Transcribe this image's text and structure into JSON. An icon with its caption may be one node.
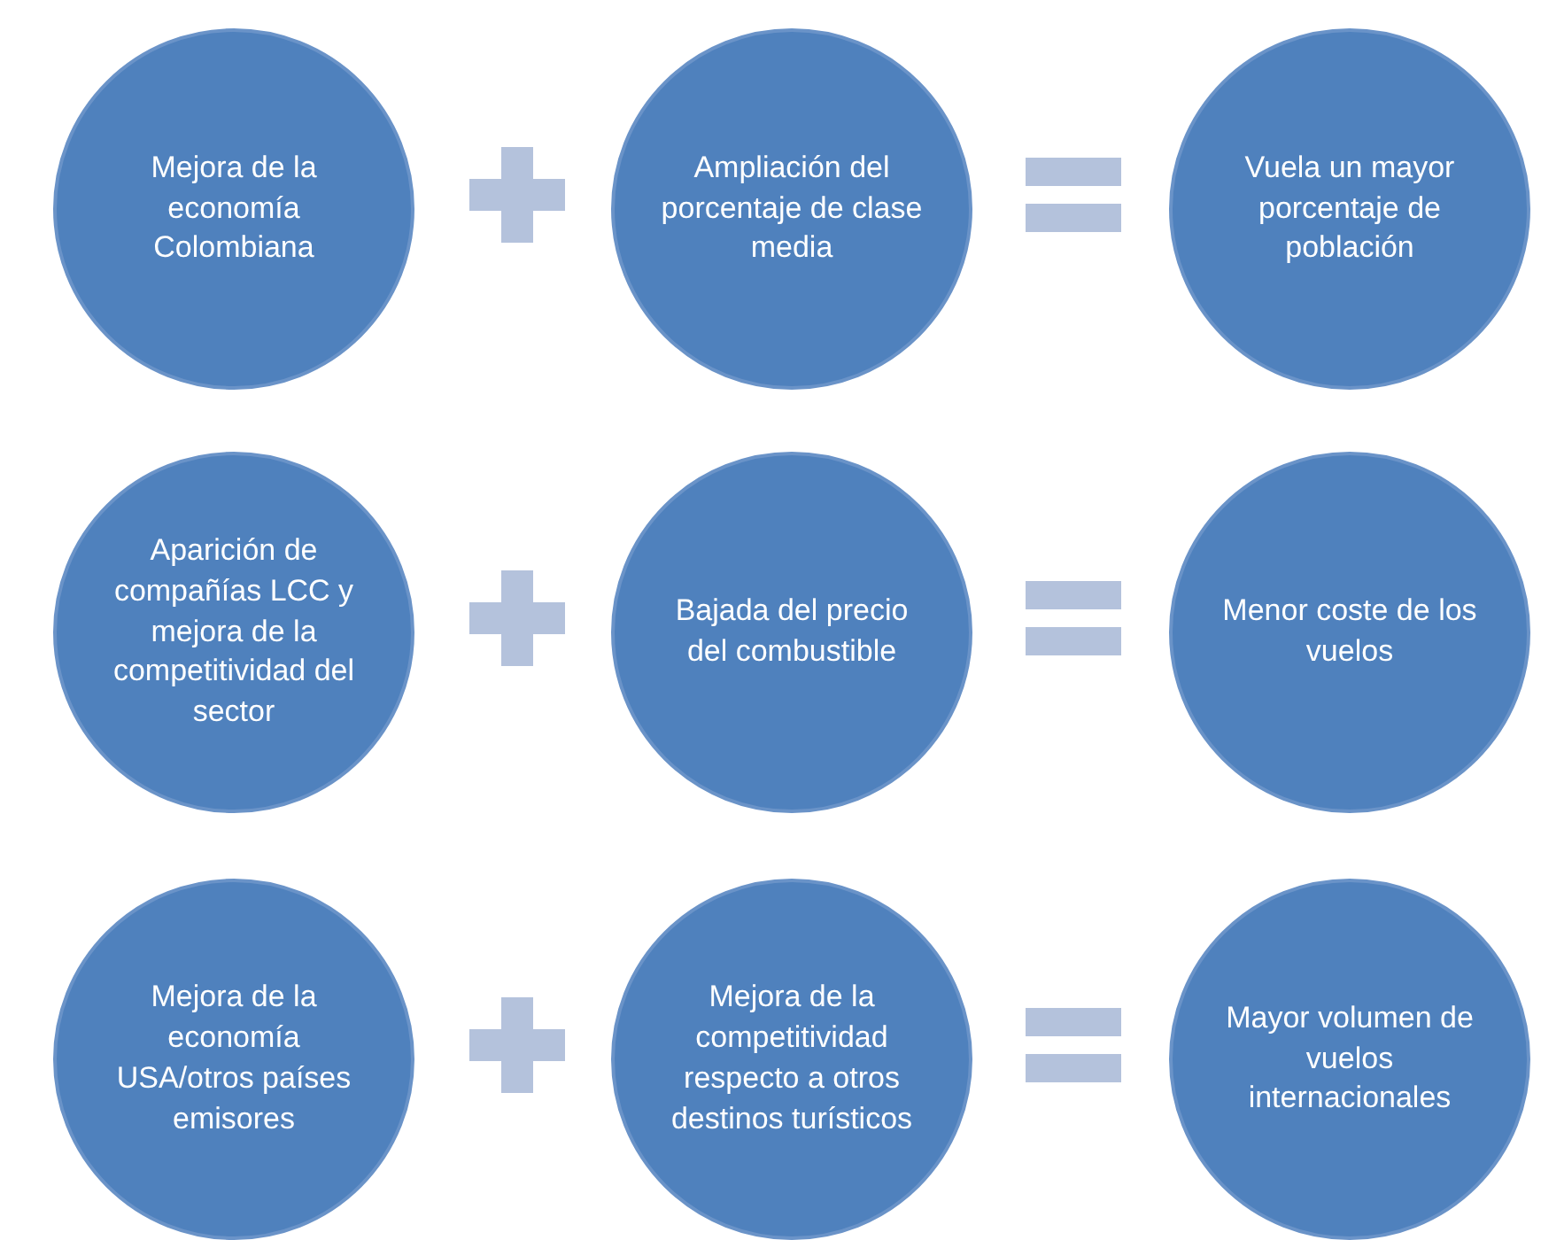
{
  "diagram": {
    "nodes": [
      {
        "text": [
          "Mejora de la economía Colombiana"
        ]
      },
      {
        "text": [
          "Ampliación del porcentaje de clase media"
        ]
      },
      {
        "text": [
          "Vuela un mayor porcentaje de población"
        ]
      },
      {
        "text": [
          "Aparición de compañías LCC y mejora de la competitividad del sector"
        ]
      },
      {
        "text": [
          "Bajada del precio del combustible"
        ]
      },
      {
        "text": [
          "Menor coste de los vuelos"
        ]
      },
      {
        "text": [
          "Mejora de la economía USA/otros países emisores"
        ]
      },
      {
        "text": [
          "Mejora de la competitividad respecto a otros destinos turísticos"
        ]
      },
      {
        "text": [
          "Mayor volumen de vuelos internacionales"
        ]
      }
    ]
  }
}
